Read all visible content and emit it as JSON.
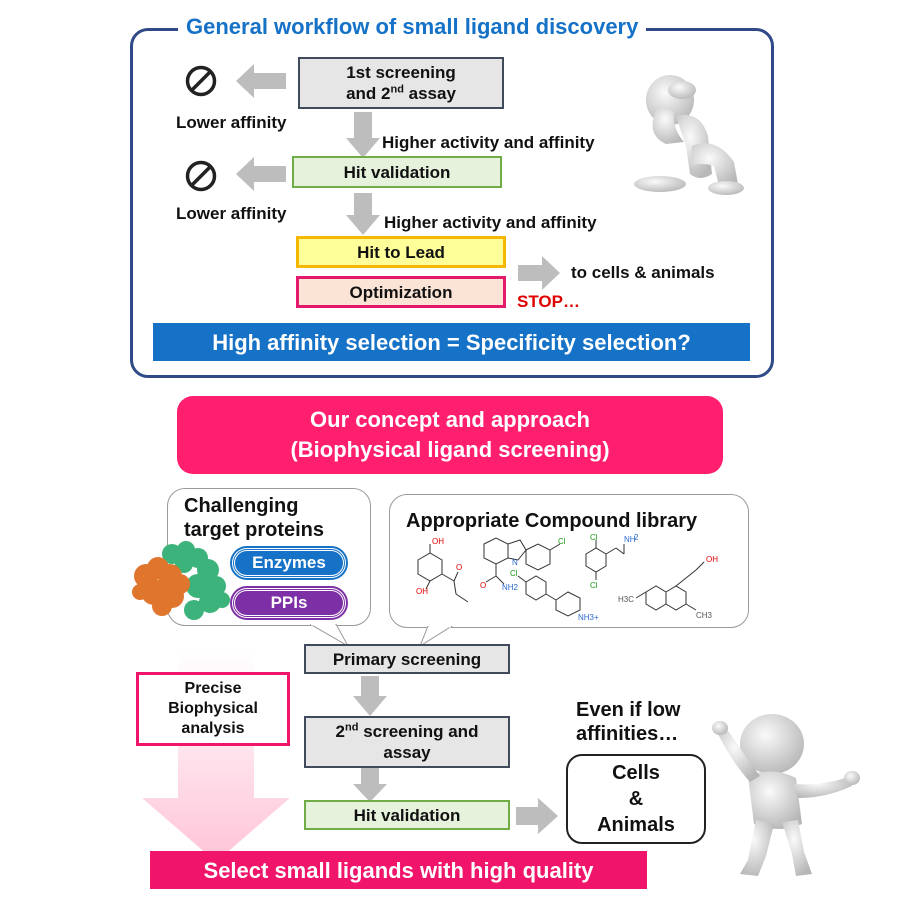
{
  "top": {
    "title": "General workflow of small ligand discovery",
    "box1_line1": "1st screening",
    "box1_line2_pre": "and 2",
    "box1_line2_sup": "nd",
    "box1_line2_post": " assay",
    "lower_affinity_1": "Lower affinity",
    "higher_1": "Higher activity and affinity",
    "hit_validation": "Hit validation",
    "lower_affinity_2": "Lower affinity",
    "higher_2": "Higher activity and affinity",
    "hit_to_lead": "Hit to Lead",
    "optimization": "Optimization",
    "to_cells": "to cells & animals",
    "stop": "STOP…",
    "banner": "High affinity selection = Specificity  selection?"
  },
  "concept": {
    "line1": "Our concept and approach",
    "line2": "(Biophysical ligand screening)"
  },
  "targets": {
    "title_line1": "Challenging",
    "title_line2": "target proteins",
    "enzymes": "Enzymes",
    "ppis": "PPIs"
  },
  "library": {
    "title": "Appropriate Compound library",
    "labels": {
      "oh1": "OH",
      "oh2": "OH",
      "o1": "O",
      "nh1": "NH",
      "nh2": "2",
      "cl1": "Cl",
      "cl2": "Cl",
      "cl3": "Cl",
      "cl4": "Cl",
      "o2": "O",
      "nh2b": "NH2",
      "oh3": "OH",
      "ch3a": "H3C",
      "ch3b": "CH3",
      "n": "N",
      "nh3": "NH3+"
    }
  },
  "bottom": {
    "primary": "Primary screening",
    "second_pre": "2",
    "second_sup": "nd",
    "second_post": " screening and",
    "second_line2": "assay",
    "hit_validation": "Hit validation",
    "precise_1": "Precise",
    "precise_2": "Biophysical",
    "precise_3": "analysis",
    "even_1": "Even if low",
    "even_2": "affinities…",
    "cells_1": "Cells",
    "cells_2": "&",
    "cells_3": "Animals",
    "banner": "Select small ligands with high quality"
  },
  "colors": {
    "blue": "#1572c6",
    "navy": "#2f4a86",
    "magenta": "#ff1f6e",
    "banner_pink": "#f0146a",
    "purple": "#7d2fa5",
    "grey_arrow": "#bdbdbd",
    "red": "#e00000"
  }
}
